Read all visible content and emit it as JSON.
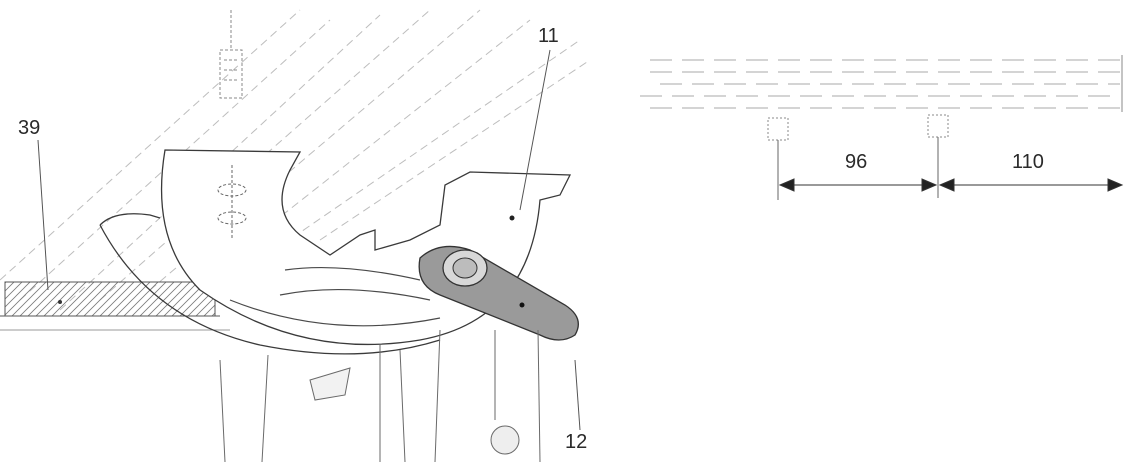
{
  "drawing": {
    "callouts": {
      "part_39": "39",
      "part_11": "11",
      "part_12": "12"
    },
    "dimensions": {
      "spacing_a": "96",
      "spacing_b": "110"
    },
    "colors": {
      "line": "#3a3a3a",
      "hatch": "#9a9a9a",
      "fill_dark": "#8f8f8f",
      "fill_light": "#e6e6e6"
    }
  }
}
